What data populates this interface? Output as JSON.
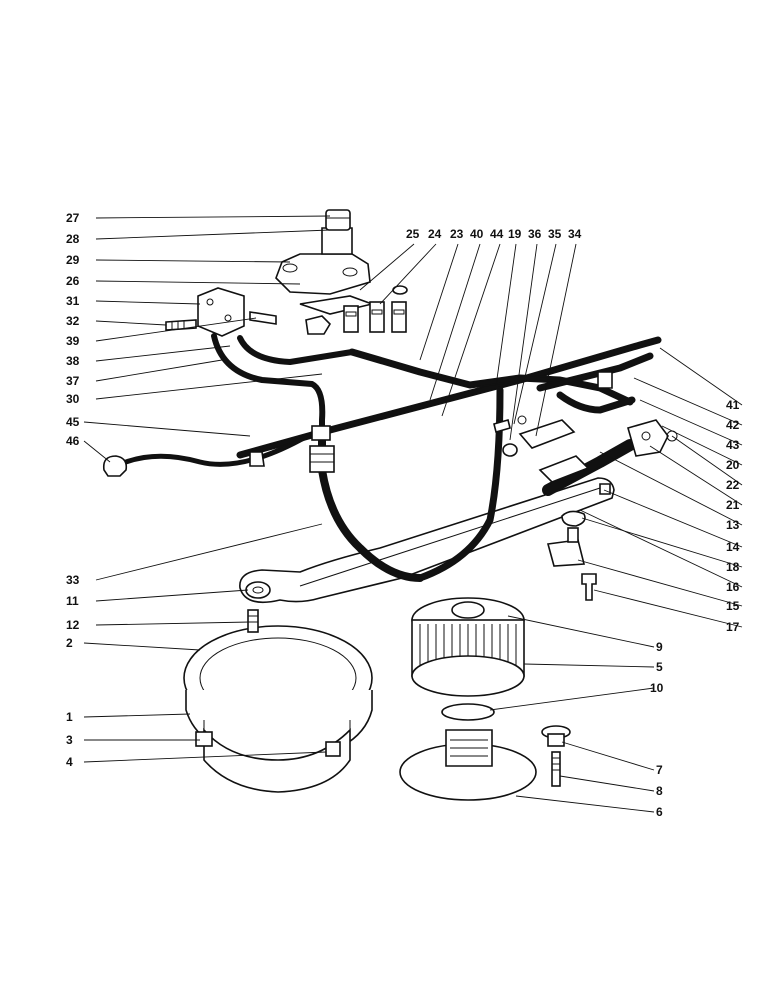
{
  "callouts": [
    {
      "id": "27",
      "label": "27"
    },
    {
      "id": "28",
      "label": "28"
    },
    {
      "id": "29",
      "label": "29"
    },
    {
      "id": "26",
      "label": "26"
    },
    {
      "id": "31",
      "label": "31"
    },
    {
      "id": "32",
      "label": "32"
    },
    {
      "id": "39",
      "label": "39"
    },
    {
      "id": "38",
      "label": "38"
    },
    {
      "id": "37",
      "label": "37"
    },
    {
      "id": "30",
      "label": "30"
    },
    {
      "id": "45",
      "label": "45"
    },
    {
      "id": "46",
      "label": "46"
    },
    {
      "id": "33",
      "label": "33"
    },
    {
      "id": "11",
      "label": "11"
    },
    {
      "id": "12",
      "label": "12"
    },
    {
      "id": "2",
      "label": "2"
    },
    {
      "id": "1",
      "label": "1"
    },
    {
      "id": "3",
      "label": "3"
    },
    {
      "id": "4",
      "label": "4"
    },
    {
      "id": "25",
      "label": "25"
    },
    {
      "id": "24",
      "label": "24"
    },
    {
      "id": "23",
      "label": "23"
    },
    {
      "id": "40",
      "label": "40"
    },
    {
      "id": "44",
      "label": "44"
    },
    {
      "id": "19",
      "label": "19"
    },
    {
      "id": "36",
      "label": "36"
    },
    {
      "id": "35",
      "label": "35"
    },
    {
      "id": "34",
      "label": "34"
    },
    {
      "id": "41",
      "label": "41"
    },
    {
      "id": "42",
      "label": "42"
    },
    {
      "id": "43",
      "label": "43"
    },
    {
      "id": "20",
      "label": "20"
    },
    {
      "id": "22",
      "label": "22"
    },
    {
      "id": "21",
      "label": "21"
    },
    {
      "id": "13",
      "label": "13"
    },
    {
      "id": "14",
      "label": "14"
    },
    {
      "id": "18",
      "label": "18"
    },
    {
      "id": "16",
      "label": "16"
    },
    {
      "id": "15",
      "label": "15"
    },
    {
      "id": "17",
      "label": "17"
    },
    {
      "id": "9",
      "label": "9"
    },
    {
      "id": "5",
      "label": "5"
    },
    {
      "id": "10",
      "label": "10"
    },
    {
      "id": "7",
      "label": "7"
    },
    {
      "id": "8",
      "label": "8"
    },
    {
      "id": "6",
      "label": "6"
    }
  ]
}
